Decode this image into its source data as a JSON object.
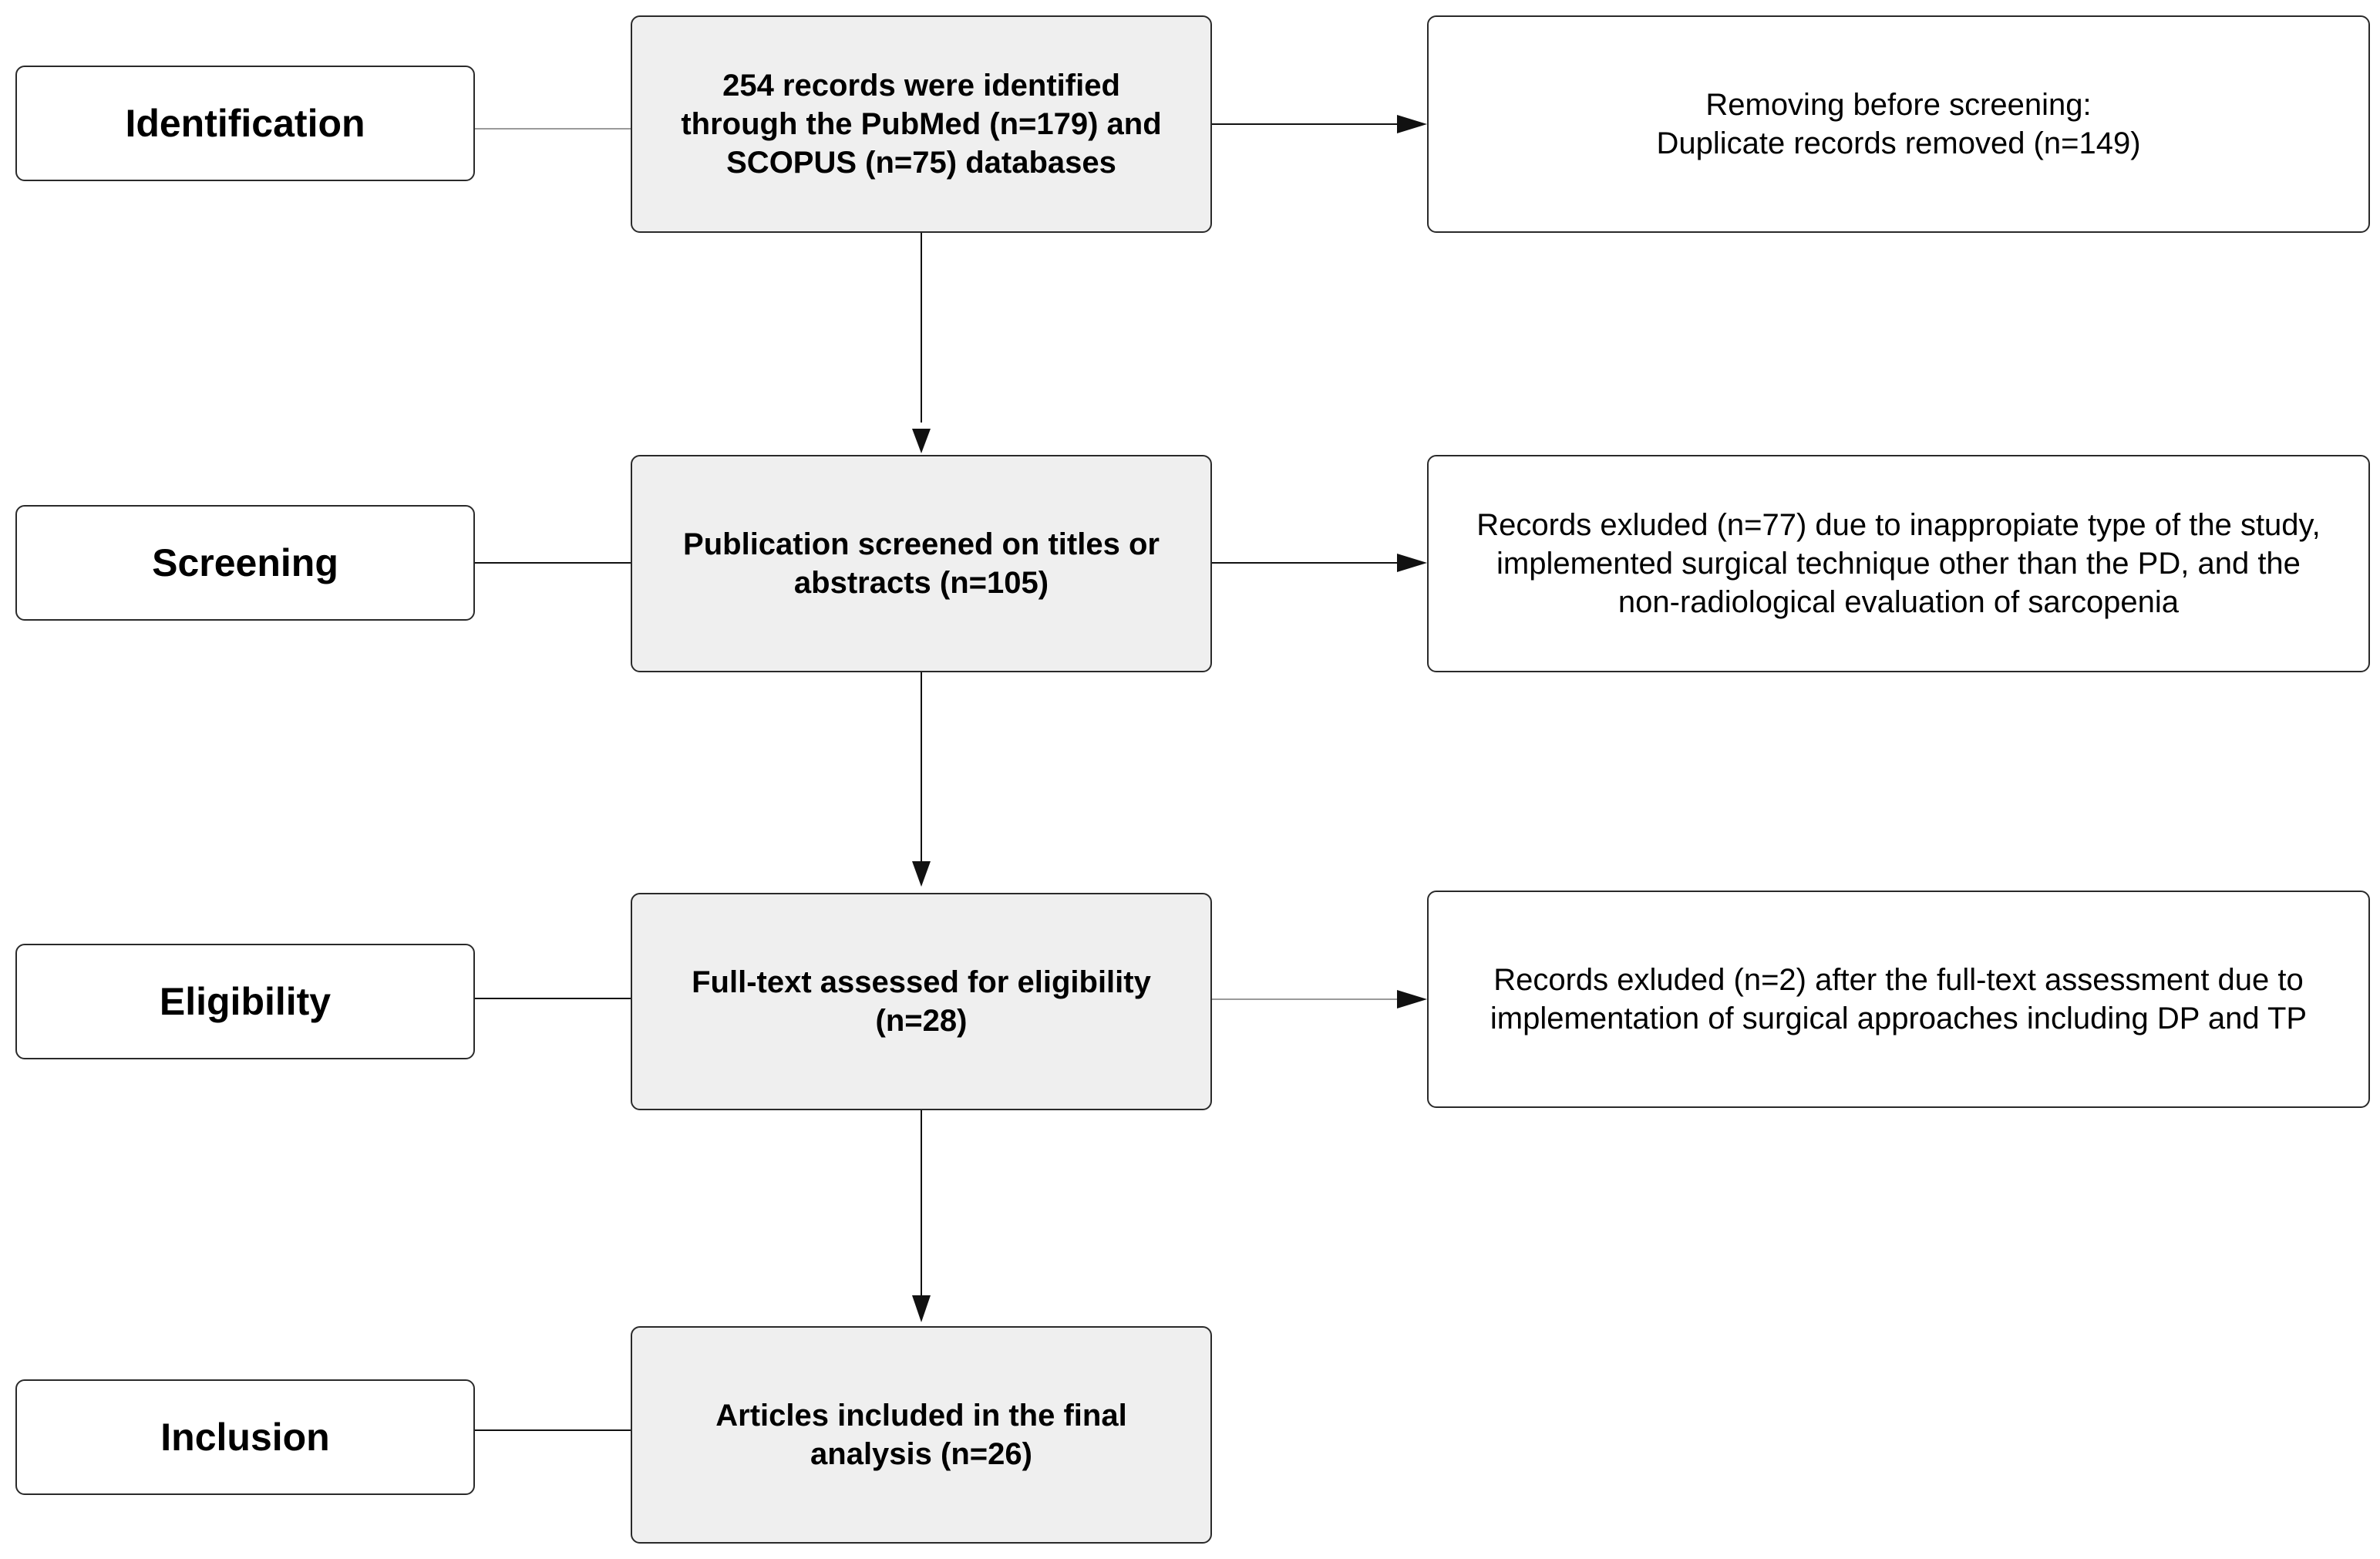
{
  "stages": [
    {
      "label": "Identification"
    },
    {
      "label": "Screening"
    },
    {
      "label": "Eligibility"
    },
    {
      "label": "Inclusion"
    }
  ],
  "main_boxes": [
    {
      "text": "254 records were identified\nthrough the PubMed (n=179) and\nSCOPUS (n=75) databases"
    },
    {
      "text": "Publication screened on titles or\nabstracts (n=105)"
    },
    {
      "text": "Full-text assessed for eligibility\n(n=28)"
    },
    {
      "text": "Articles included in the final\nanalysis (n=26)"
    }
  ],
  "side_boxes": [
    {
      "text": "Removing before screening:\nDuplicate records removed (n=149)"
    },
    {
      "text": "Records exluded (n=77) due to inappropiate type of the study,\nimplemented surgical technique other than the PD, and the\nnon-radiological evaluation of sarcopenia"
    },
    {
      "text": "Records exluded (n=2) after the full-text assessment due to\nimplementation of surgical approaches including DP and TP"
    }
  ]
}
